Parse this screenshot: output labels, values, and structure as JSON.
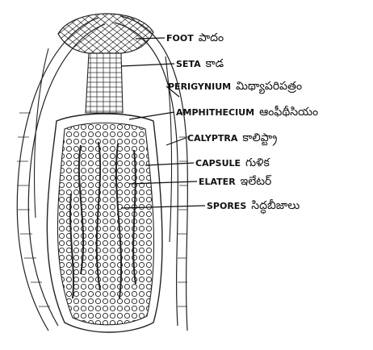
{
  "labels": [
    {
      "key": "foot",
      "en": "FOOT",
      "te": "పాదం"
    },
    {
      "key": "seta",
      "en": "SETA",
      "te": "కాడ"
    },
    {
      "key": "perigynium",
      "en": "PERIGYNIUM",
      "te": "మిథ్యాపరిపత్రం"
    },
    {
      "key": "amphithecium",
      "en": "AMPHITHECIUM",
      "te": "ఆంఫీథీసియం"
    },
    {
      "key": "calyptra",
      "en": "CALYPTRA",
      "te": "కాలిప్ట్రా"
    },
    {
      "key": "capsule",
      "en": "CAPSULE",
      "te": "గుళిక"
    },
    {
      "key": "elater",
      "en": "ELATER",
      "te": "ఇలేటర్"
    },
    {
      "key": "spores",
      "en": "SPORES",
      "te": "సిద్ధబీజాలు"
    }
  ]
}
